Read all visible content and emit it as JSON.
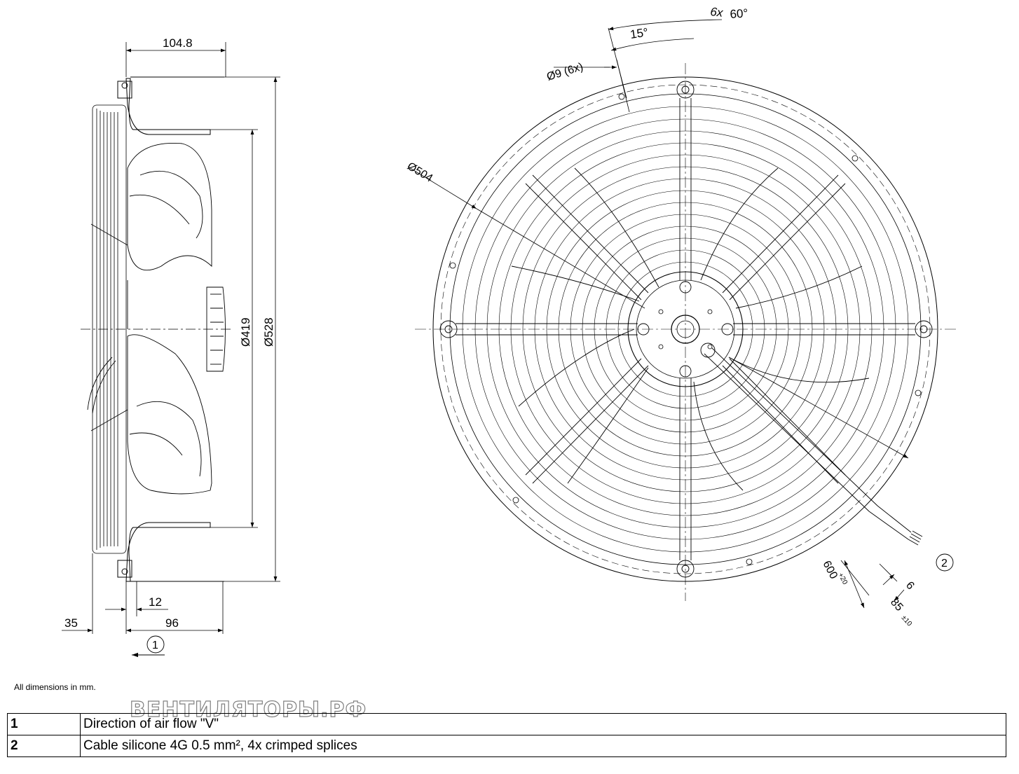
{
  "dimensions": {
    "side_depth": "104.8",
    "dia_inner": "Ø419",
    "dia_outer": "Ø528",
    "flange": "12",
    "offset_35": "35",
    "depth_96": "96",
    "angle_6x": "6x",
    "angle_60": "60°",
    "angle_15": "15°",
    "hole": "Ø9 (6x)",
    "bolt_circle": "Ø504",
    "cable_len": "600",
    "cable_len_tol": "+20",
    "strip_6": "6",
    "strip_85": "85",
    "strip_85_tol": "±10"
  },
  "callouts": {
    "c1": "1",
    "c2": "2"
  },
  "note": "All dimensions in mm.",
  "watermark": "ВЕНТИЛЯТОРЫ.РФ",
  "legend": [
    {
      "num": "1",
      "text": "Direction of air flow \"V\""
    },
    {
      "num": "2",
      "text": "Cable silicone 4G 0.5 mm², 4x crimped splices"
    }
  ]
}
